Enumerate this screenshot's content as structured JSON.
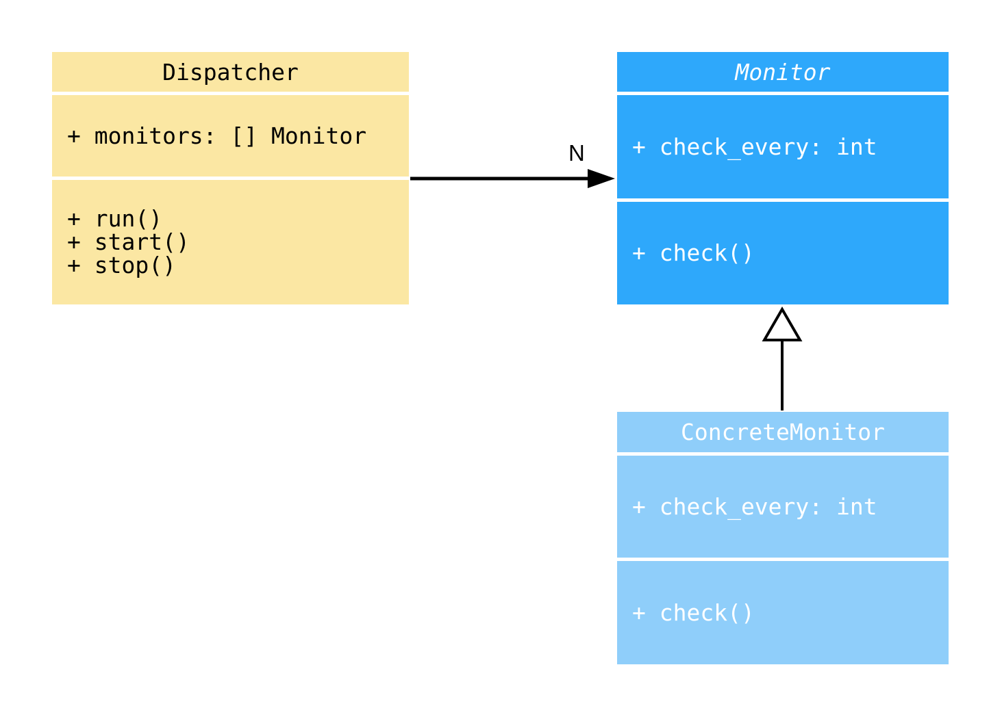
{
  "diagram": {
    "type": "uml-class-diagram",
    "background": "#FFFFFF",
    "connector_color": "#000000",
    "inheritance_head_fill": "#FFFFFF",
    "classes": [
      {
        "name": "Dispatcher",
        "abstract": false,
        "fill": "#FBE7A3",
        "text_color": "#000000",
        "attributes": [
          "+ monitors: [] Monitor"
        ],
        "methods": [
          "+ run()",
          "+ start()",
          "+ stop()"
        ]
      },
      {
        "name": "Monitor",
        "abstract": true,
        "fill": "#2EA8FB",
        "text_color": "#FFFFFF",
        "attributes": [
          "+ check_every: int"
        ],
        "methods": [
          "+ check()"
        ]
      },
      {
        "name": "ConcreteMonitor",
        "abstract": false,
        "fill": "#8FCEFA",
        "text_color": "#FFFFFF",
        "attributes": [
          "+ check_every: int"
        ],
        "methods": [
          "+ check()"
        ]
      }
    ],
    "relationships": [
      {
        "type": "association",
        "from": "Dispatcher",
        "to": "Monitor",
        "label": "N"
      },
      {
        "type": "inheritance",
        "from": "ConcreteMonitor",
        "to": "Monitor",
        "label": ""
      }
    ]
  }
}
